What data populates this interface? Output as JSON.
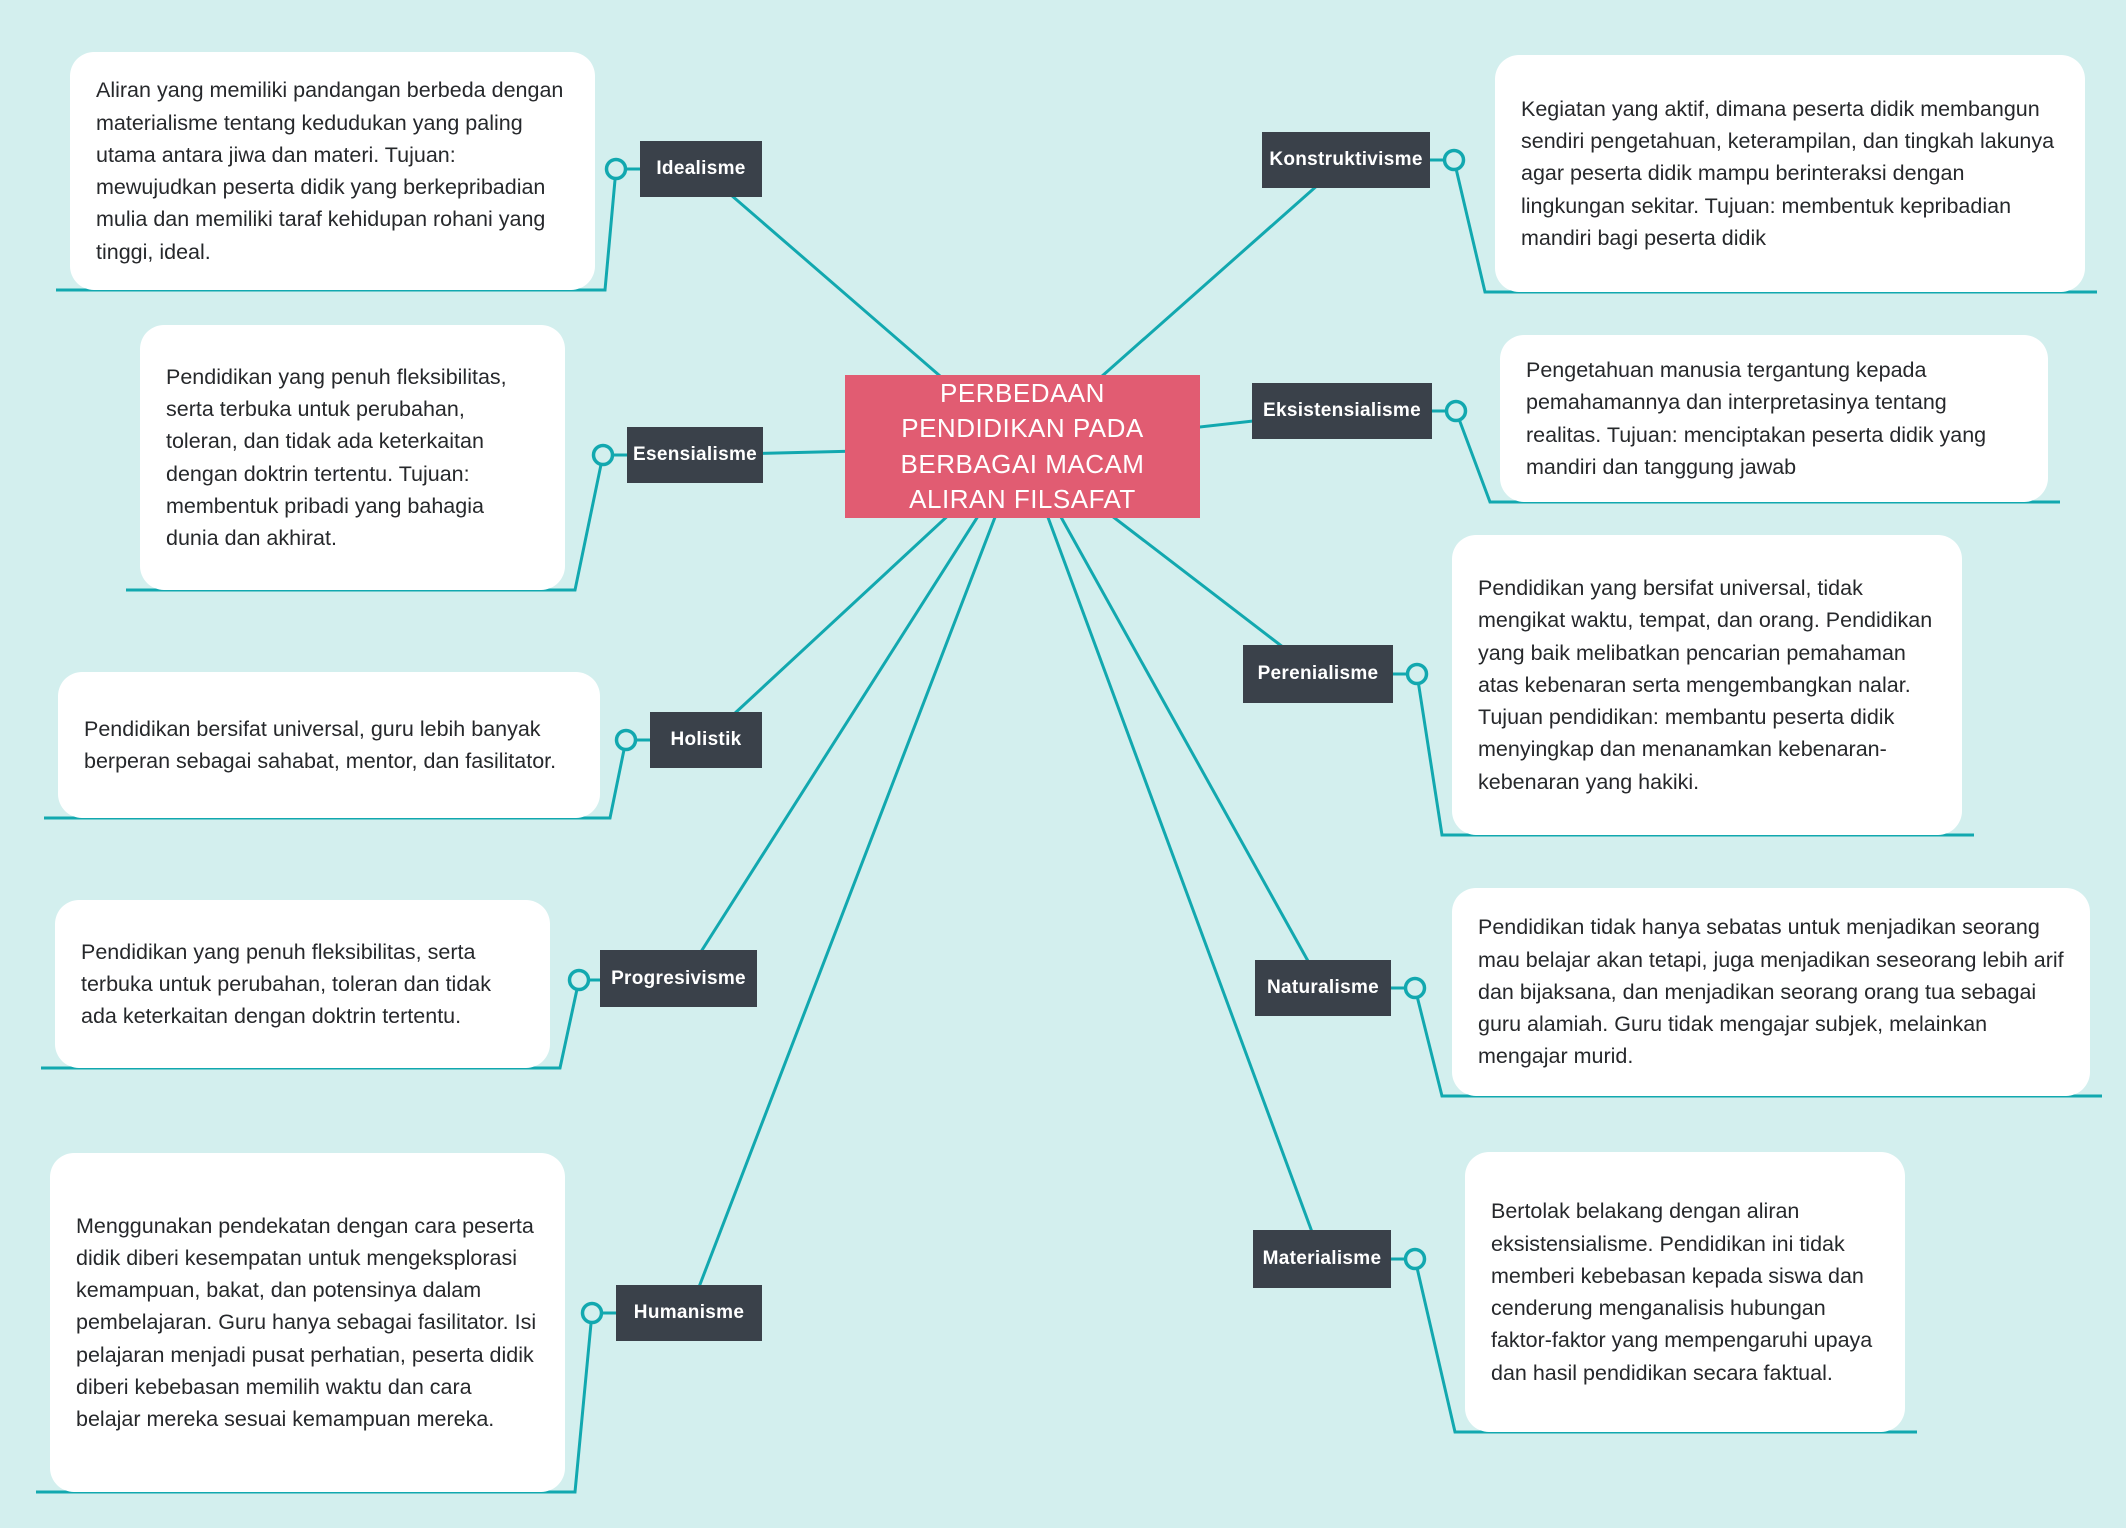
{
  "center": {
    "title": "PERBEDAAN PENDIDIKAN PADA BERBAGAI MACAM ALIRAN FILSAFAT",
    "color": "#e15c72"
  },
  "colors": {
    "background": "#d3efee",
    "connector": "#12a8af",
    "label_node": "#3a414a",
    "label_text": "#ffffff",
    "description_background": "#ffffff",
    "description_text": "#26282b"
  },
  "branches": [
    {
      "label": "Idealisme",
      "description": "Aliran yang memiliki pandangan berbeda dengan materialisme tentang kedudukan yang paling utama antara jiwa dan materi. Tujuan: mewujudkan peserta didik yang berkepribadian mulia dan memiliki taraf kehidupan rohani yang tinggi, ideal."
    },
    {
      "label": "Esensialisme",
      "description": "Pendidikan yang penuh fleksibilitas, serta terbuka untuk perubahan, toleran, dan tidak ada keterkaitan dengan doktrin tertentu. Tujuan: membentuk pribadi yang bahagia dunia dan akhirat."
    },
    {
      "label": "Holistik",
      "description": "Pendidikan bersifat universal, guru lebih banyak berperan sebagai sahabat, mentor, dan fasilitator."
    },
    {
      "label": "Progresivisme",
      "description": "Pendidikan yang penuh fleksibilitas, serta terbuka untuk perubahan, toleran dan tidak ada keterkaitan dengan doktrin tertentu."
    },
    {
      "label": "Humanisme",
      "description": "Menggunakan pendekatan dengan cara peserta didik diberi kesempatan untuk mengeksplorasi kemampuan, bakat, dan potensinya dalam pembelajaran. Guru hanya sebagai fasilitator. Isi pelajaran menjadi pusat perhatian, peserta didik diberi kebebasan memilih waktu dan cara belajar mereka sesuai kemampuan mereka."
    },
    {
      "label": "Konstruktivisme",
      "description": "Kegiatan yang aktif, dimana peserta didik membangun sendiri pengetahuan, keterampilan, dan tingkah lakunya agar peserta didik mampu berinteraksi dengan lingkungan sekitar. Tujuan: membentuk kepribadian mandiri bagi peserta didik"
    },
    {
      "label": "Eksistensialisme",
      "description": "Pengetahuan manusia tergantung kepada pemahamannya dan interpretasinya tentang realitas. Tujuan: menciptakan peserta didik yang mandiri dan tanggung jawab"
    },
    {
      "label": "Perenialisme",
      "description": "Pendidikan yang bersifat universal, tidak mengikat waktu, tempat, dan orang. Pendidikan yang baik melibatkan pencarian pemahaman atas kebenaran serta mengembangkan nalar.\nTujuan pendidikan: membantu peserta didik menyingkap dan menanamkan kebenaran-kebenaran yang hakiki."
    },
    {
      "label": "Naturalisme",
      "description": "Pendidikan tidak hanya sebatas untuk menjadikan seorang mau belajar akan tetapi, juga menjadikan seseorang lebih arif dan bijaksana, dan menjadikan seorang orang tua sebagai guru alamiah. Guru tidak mengajar subjek, melainkan mengajar murid."
    },
    {
      "label": "Materialisme",
      "description": "Bertolak belakang dengan aliran eksistensialisme. Pendidikan ini tidak memberi kebebasan kepada siswa dan cenderung menganalisis hubungan faktor-faktor yang mempengaruhi upaya dan hasil pendidikan secara faktual."
    }
  ]
}
